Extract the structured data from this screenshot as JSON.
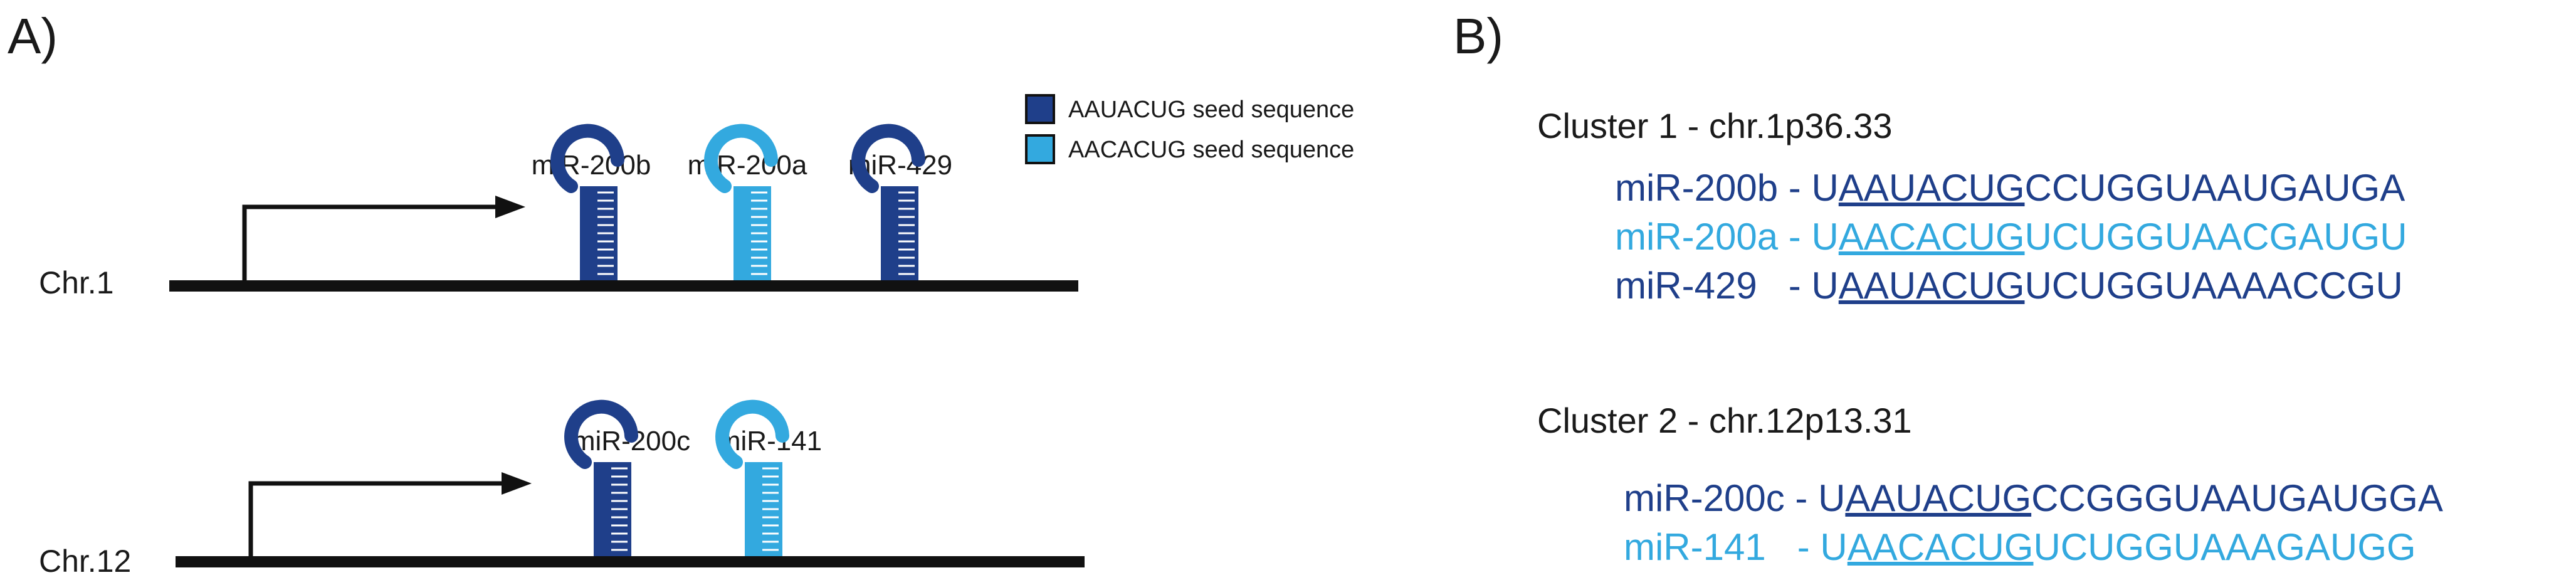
{
  "panel_a": {
    "label": "A)",
    "legend": [
      {
        "text": "AAUACUG seed sequence",
        "color": "#1f3f8a"
      },
      {
        "text": "AACACUG seed sequence",
        "color": "#33a9df"
      }
    ],
    "chromosomes": [
      {
        "name": "Chr.1",
        "mirnas": [
          {
            "name": "miR-200b",
            "color": "#1f3f8a"
          },
          {
            "name": "miR-200a",
            "color": "#33a9df"
          },
          {
            "name": "miR-429",
            "color": "#1f3f8a"
          }
        ]
      },
      {
        "name": "Chr.12",
        "mirnas": [
          {
            "name": "miR-200c",
            "color": "#1f3f8a"
          },
          {
            "name": "miR-141",
            "color": "#33a9df"
          }
        ]
      }
    ]
  },
  "panel_b": {
    "label": "B)",
    "clusters": [
      {
        "title": "Cluster 1 - chr.1p36.33",
        "rows": [
          {
            "name": "miR-200b",
            "sep": " - ",
            "pre": "U",
            "seed": "AAUACUG",
            "post": "CCUGGUAAUGAUGA",
            "color": "#1f3f8a"
          },
          {
            "name": "miR-200a",
            "sep": " - ",
            "pre": "U",
            "seed": "AACACUG",
            "post": "UCUGGUAACGAUGU",
            "color": "#33a9df"
          },
          {
            "name": "miR-429",
            "sep": "   - ",
            "pre": "U",
            "seed": "AAUACUG",
            "post": "UCUGGUAAAACCGU",
            "color": "#1f3f8a"
          }
        ]
      },
      {
        "title": "Cluster 2 - chr.12p13.31",
        "rows": [
          {
            "name": "miR-200c",
            "sep": " - ",
            "pre": "U",
            "seed": "AAUACUG",
            "post": "CCGGGUAAUGAUGGA",
            "color": "#1f3f8a"
          },
          {
            "name": "miR-141",
            "sep": "   - ",
            "pre": "U",
            "seed": "AACACUG",
            "post": "UCUGGUAAAGAUGG",
            "color": "#33a9df"
          }
        ]
      }
    ]
  }
}
